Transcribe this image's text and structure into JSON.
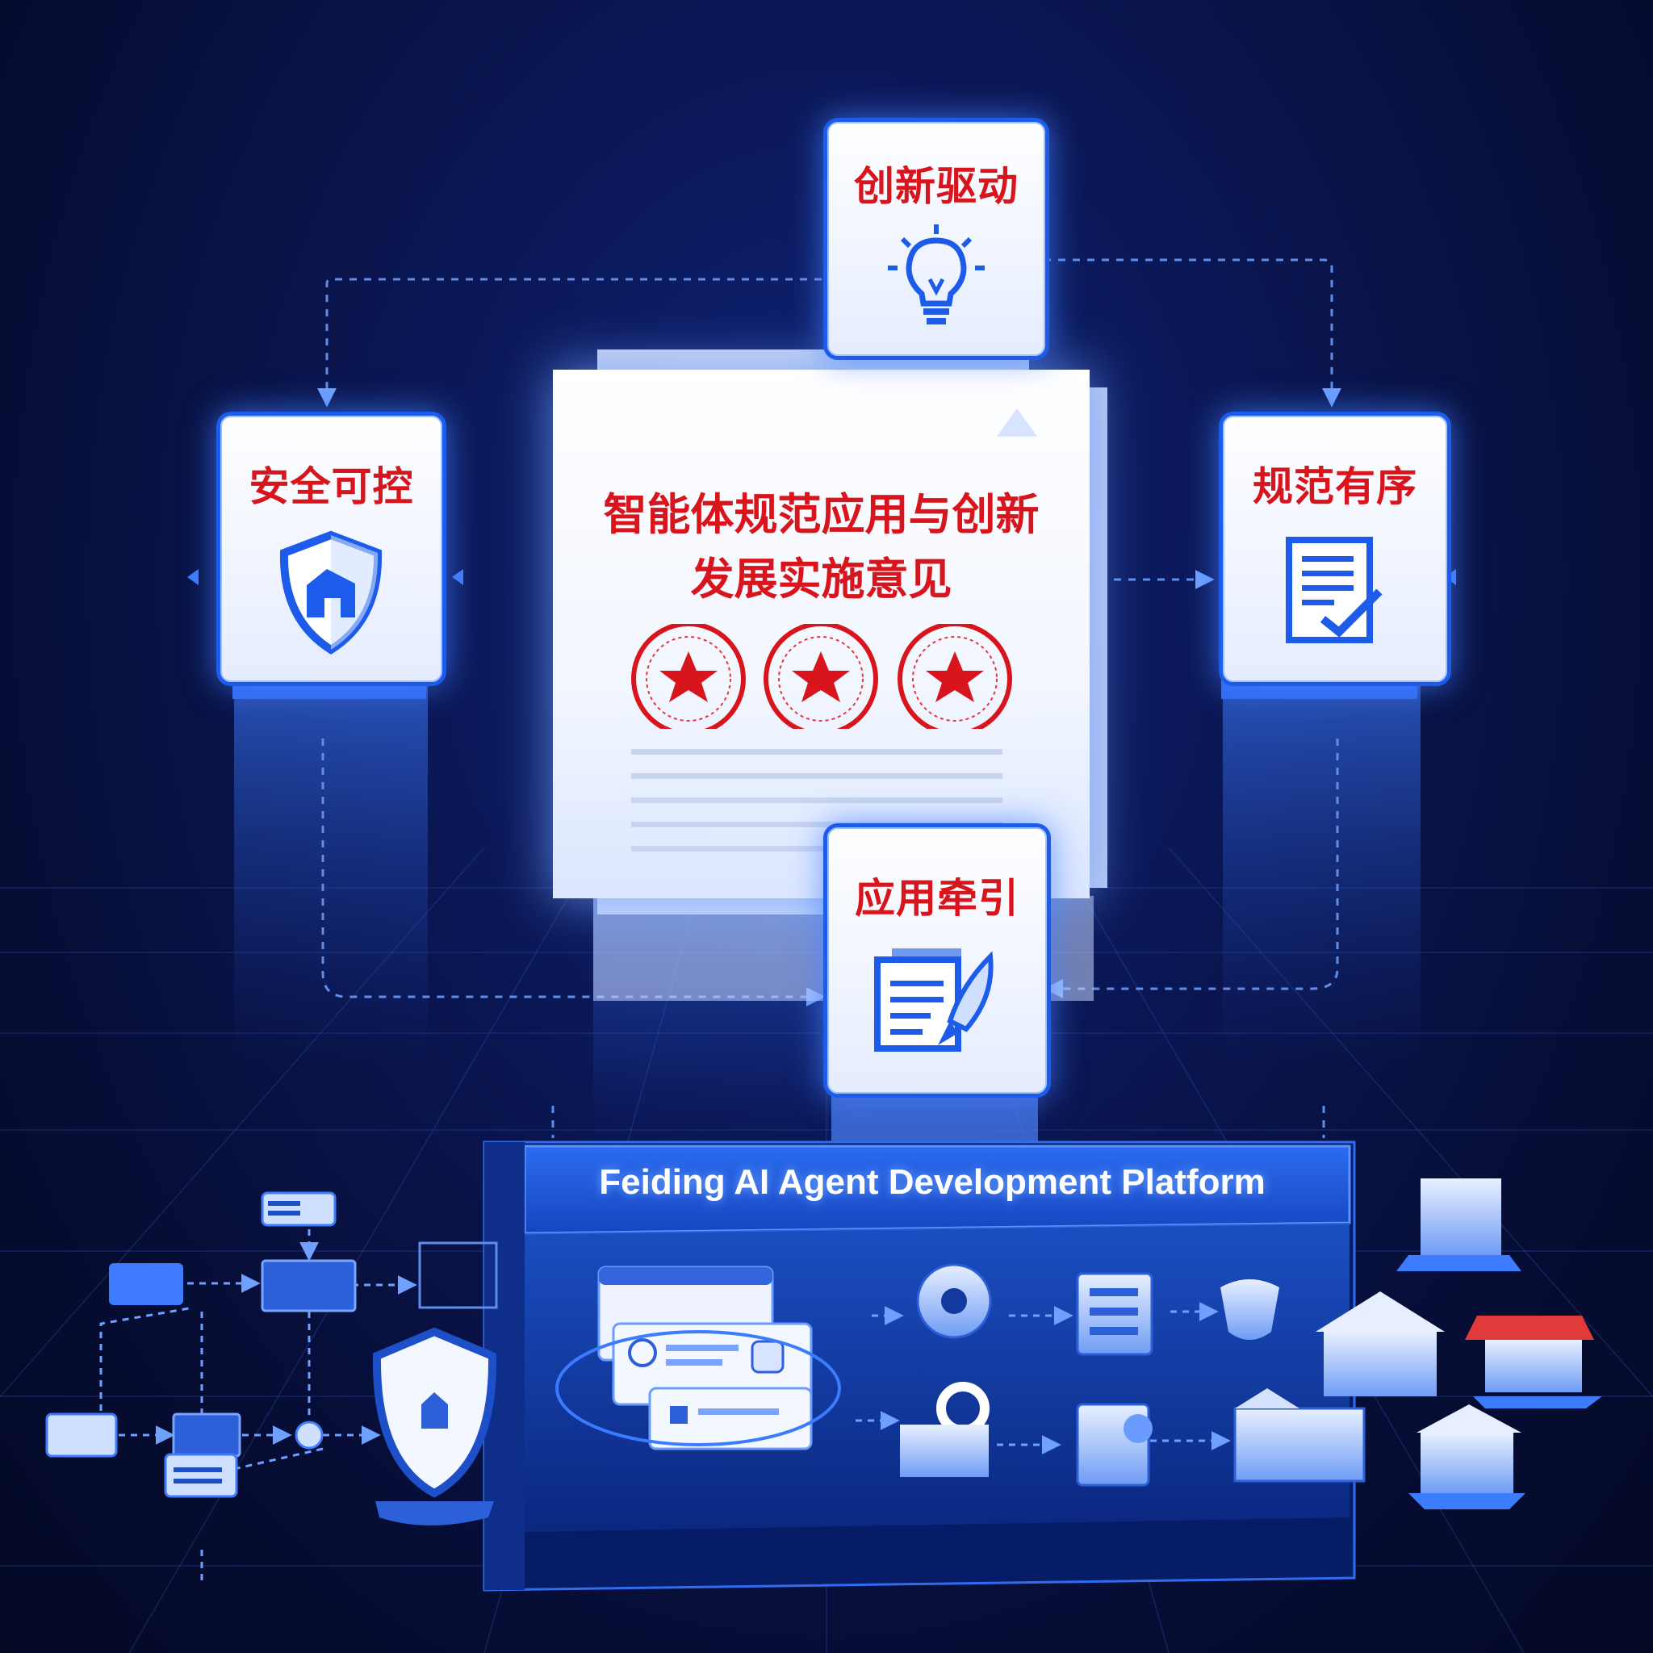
{
  "central_doc": {
    "title_line1": "智能体规范应用与创新",
    "title_line2": "发展实施意见"
  },
  "cards": {
    "top": {
      "label": "创新驱动",
      "icon": "lightbulb-icon"
    },
    "left": {
      "label": "安全可控",
      "icon": "shield-icon"
    },
    "right": {
      "label": "规范有序",
      "icon": "checklist-icon"
    },
    "bottom": {
      "label": "应用牵引",
      "icon": "rocket-document-icon"
    }
  },
  "platform": {
    "title": "Feiding AI Agent Development Platform"
  },
  "colors": {
    "accent": "#1d5bea",
    "title_red": "#d8141c",
    "background": "#0a1652",
    "connector": "#5f8ee8"
  }
}
